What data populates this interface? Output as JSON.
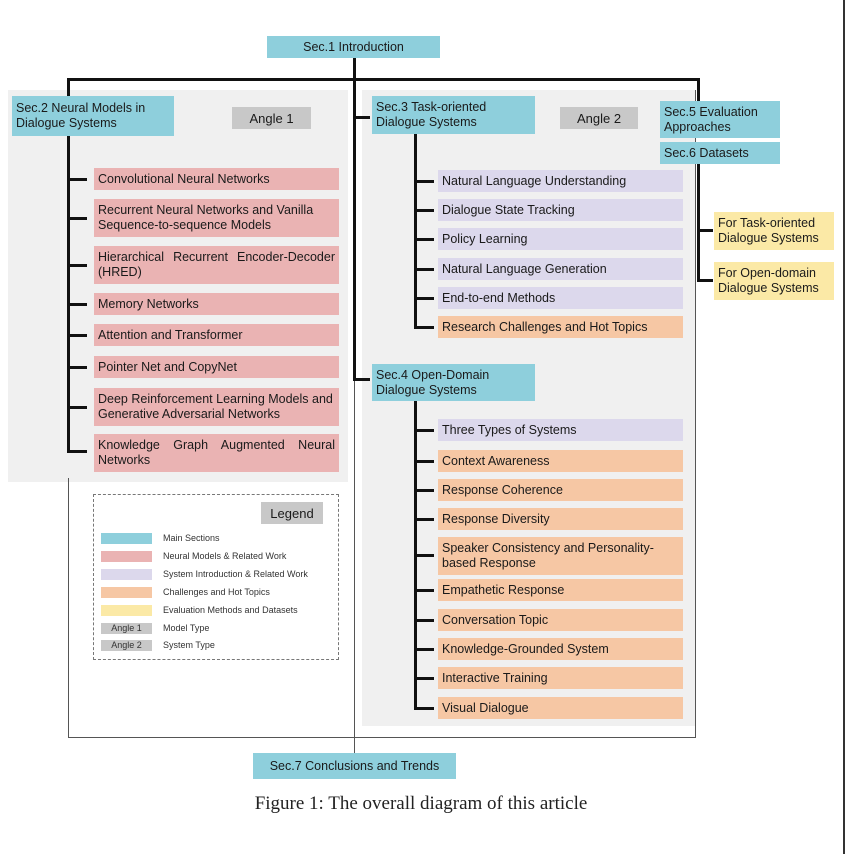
{
  "sections": {
    "sec1": "Sec.1  Introduction",
    "sec2": "Sec.2  Neural Models in Dialogue Systems",
    "sec3": "Sec.3  Task-oriented Dialogue Systems",
    "sec4": "Sec.4  Open-Domain Dialogue Systems",
    "sec5": "Sec.5  Evaluation Approaches",
    "sec6": "Sec.6  Datasets",
    "sec7": "Sec.7  Conclusions and Trends"
  },
  "angles": {
    "angle1": "Angle 1",
    "angle2": "Angle 2"
  },
  "neural_models": [
    "Convolutional Neural Networks",
    "Recurrent Neural Networks and Vanilla Sequence-to-sequence Models",
    "Hierarchical Recurrent Encoder-Decoder (HRED)",
    "Memory Networks",
    "Attention and Transformer",
    "Pointer Net and CopyNet",
    "Deep Reinforcement Learning Models and Generative Adversarial Networks",
    "Knowledge Graph Augmented Neural Networks"
  ],
  "task_oriented": [
    "Natural Language Understanding",
    "Dialogue State Tracking",
    "Policy Learning",
    "Natural Language Generation",
    "End-to-end Methods",
    "Research Challenges and Hot Topics"
  ],
  "open_domain": [
    "Three Types of Systems",
    "Context Awareness",
    "Response Coherence",
    "Response Diversity",
    "Speaker Consistency and Personality-based Response",
    "Empathetic Response",
    "Conversation Topic",
    "Knowledge-Grounded System",
    "Interactive Training",
    "Visual Dialogue"
  ],
  "datasets": [
    "For Task-oriented Dialogue Systems",
    "For Open-domain Dialogue Systems"
  ],
  "legend": {
    "title": "Legend",
    "items": [
      {
        "label": "Main Sections",
        "color": "#8ecfdc"
      },
      {
        "label": "Neural Models & Related Work",
        "color": "#eab3b3"
      },
      {
        "label": "System Introduction & Related Work",
        "color": "#dcd8ec"
      },
      {
        "label": "Challenges and Hot Topics",
        "color": "#f6c7a4"
      },
      {
        "label": "Evaluation Methods and Datasets",
        "color": "#fbe9a6"
      },
      {
        "label": "Model Type",
        "swatch_text": "Angle 1",
        "color": "#c8c8c8"
      },
      {
        "label": "System Type",
        "swatch_text": "Angle 2",
        "color": "#c8c8c8"
      }
    ]
  },
  "caption": "Figure 1: The overall diagram of this article"
}
